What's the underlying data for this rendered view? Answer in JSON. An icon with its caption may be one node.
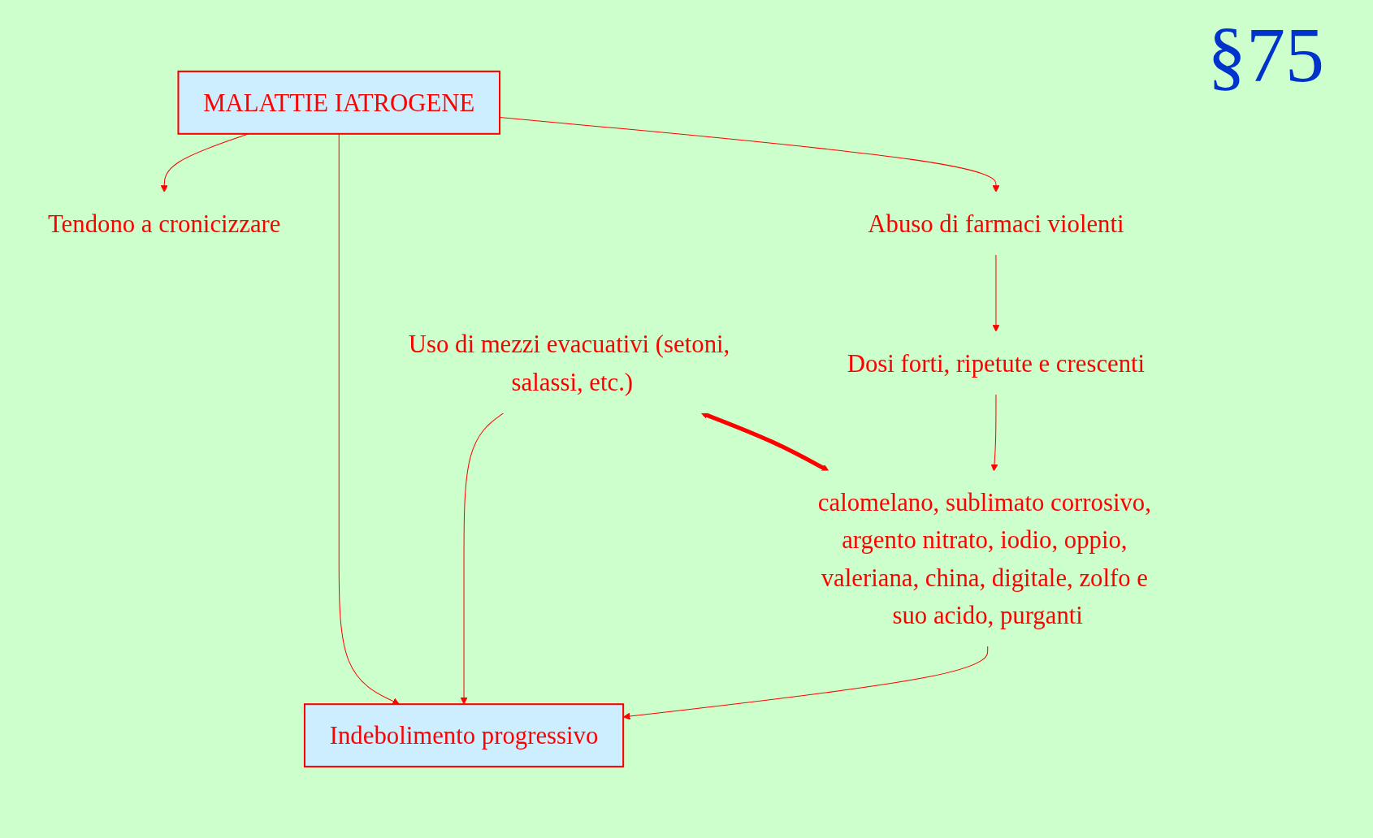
{
  "diagram": {
    "nodes": [
      {
        "text": [
          "MALATTIE IATROGENE"
        ]
      },
      {
        "text": [
          "Tendono a cronicizzare"
        ]
      },
      {
        "text": [
          "Abuso di farmaci violenti"
        ]
      },
      {
        "text": [
          "Dosi forti, ripetute e crescenti"
        ]
      },
      {
        "text": [
          "Indebolimento progressivo"
        ]
      },
      {
        "text": [
          "Uso di mezzi evacuativi (setoni, salassi, etc.)"
        ]
      },
      {
        "text": [
          "calomelano, sublimato corrosivo, argento nitrato, iodio, oppio, valeriana, china, digitale, zolfo e suo acido, purganti"
        ]
      }
    ],
    "edges": [
      {
        "from": 0,
        "to": 1,
        "arrow": "to"
      },
      {
        "from": 0,
        "to": 4,
        "arrow": "to"
      },
      {
        "from": 0,
        "to": 2,
        "arrow": "to"
      },
      {
        "from": 2,
        "to": 3,
        "arrow": "to"
      },
      {
        "from": 3,
        "to": 6,
        "arrow": "to"
      },
      {
        "from": 5,
        "to": 4,
        "arrow": "to"
      },
      {
        "from": 6,
        "to": 4,
        "arrow": "to"
      },
      {
        "from": 5,
        "to": 6,
        "arrow": "both",
        "style": "thick"
      }
    ],
    "labels": [
      "§75"
    ]
  }
}
